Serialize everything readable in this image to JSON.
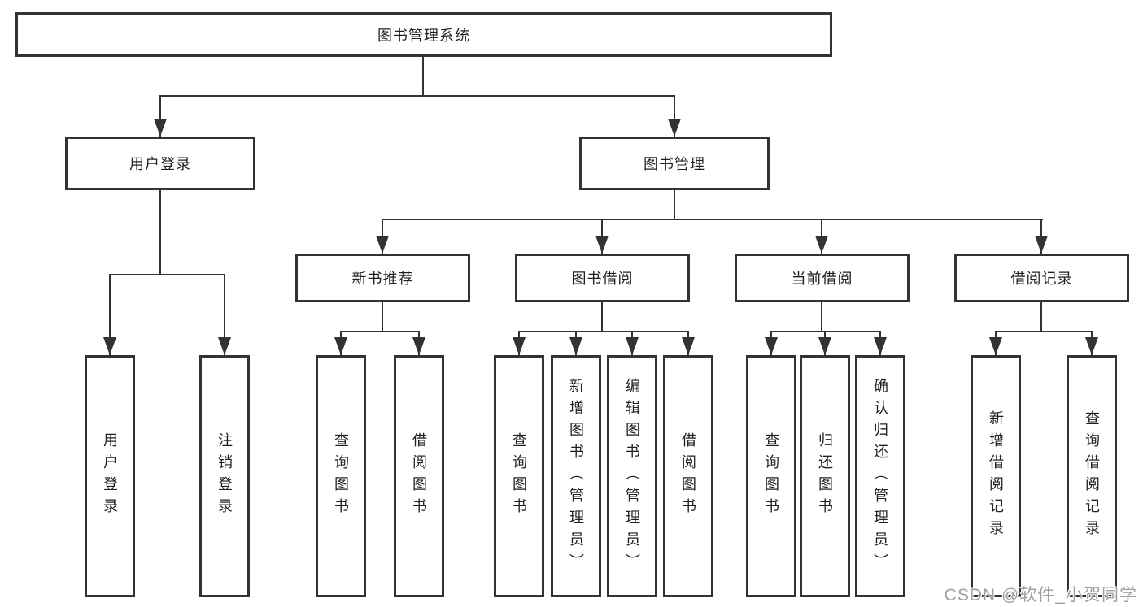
{
  "diagram": {
    "root": {
      "label": "图书管理系统"
    },
    "level2": [
      {
        "label": "用户登录"
      },
      {
        "label": "图书管理"
      }
    ],
    "level3": [
      {
        "label": "新书推荐"
      },
      {
        "label": "图书借阅"
      },
      {
        "label": "当前借阅"
      },
      {
        "label": "借阅记录"
      }
    ],
    "leaves": {
      "user_login": [
        "用户登录",
        "注销登录"
      ],
      "new_book_recommend": [
        "查询图书",
        "借阅图书"
      ],
      "book_borrow": [
        "查询图书",
        "新增图书（管理员）",
        "编辑图书（管理员）",
        "借阅图书"
      ],
      "current_borrow": [
        "查询图书",
        "归还图书",
        "确认归还（管理员）"
      ],
      "borrow_records": [
        "新增借阅记录",
        "查询借阅记录"
      ]
    }
  },
  "watermark": {
    "text": "CSDN @软件_小贺同学"
  },
  "colors": {
    "line": "#333333",
    "text": "#1f1f1f",
    "watermark": "#a0a0a0",
    "background": "#ffffff"
  }
}
